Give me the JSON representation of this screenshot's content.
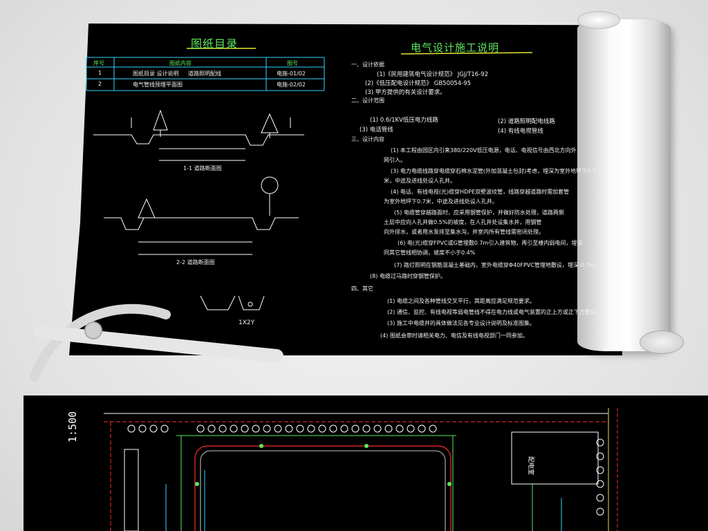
{
  "drawing_list": {
    "title": "图纸目录",
    "header": [
      "序号",
      "图纸内容",
      "图号"
    ],
    "rows": [
      {
        "no": "1",
        "content": "图纸目录  设计说明",
        "content2": "道路照明配线",
        "code": "电施-01/02"
      },
      {
        "no": "2",
        "content": "电气管线预埋平面图",
        "content2": "",
        "code": "电施-02/02"
      }
    ]
  },
  "sections": {
    "section_1": "1-1  道路断面图",
    "section_2": "2-2  道路断面图",
    "trench_label": "1X2Y"
  },
  "design_notes": {
    "title": "电气设计施工说明",
    "lines": [
      "一、设计依据",
      "(1)《民用建筑电气设计规范》 JGJ/T16-92",
      "(2)《低压配电设计规范》   GB50054-95",
      "(3) 甲方提供的有关设计要求。",
      "二、设计范围",
      "(1) 0.6/1KV低压电力线路",
      "(2) 道路照明配电线路",
      "(3) 电话管线",
      "(4) 有线电视管线",
      "三、设计内容",
      "(1) 本工程由园区内引来380/220V低压电源，电话、电视信号由西北方向外",
      "网引入。",
      "(3) 电力电缆线路穿电缆穿石棉水泥管(外加混凝土包封)考虑，埋深为室外地坪下0.7",
      "米，中途及进线处设人孔井。",
      "(4) 电话、有线电视(光)缆穿HDPE双壁波纹管，线路穿越道路时需加套管",
      "为室外地坪下0.7米，中途及进线处设人孔井。",
      "(5) 电缆管穿越路面时，应采用钢管保护，并做好防水处理，道路两侧",
      "土层中应向人孔井做0.5%的坡度，在人孔井处设集水井，用钢管",
      "向外排水，或者用水泵排至集水沟，并室内所有管线需密闭处理。",
      "(6) 电(光)缆穿FPVC或G管埋敷0.7m引入建筑物，再引至楼内弱电间，埋深",
      "同其它管线相协调，坡度不小于0.4%",
      "(7) 路灯照明在钢筋混凝土基础内，室外电缆穿Φ40FPVC管埋地敷设，埋深-0.7m。",
      "(8) 电缆过马路时穿钢管保护。",
      "四、其它",
      "(1) 电缆之间及各种管线交叉平行，其距离应满足规范要求。",
      "(2) 通信、监控、有线电视等弱电管线不得在电力线或电气装置的正上方或正下方敷设。",
      "(3) 施工中电缆井的具体做法见各专业设计说明及标准图集。",
      "(4) 图纸会审时请相关电力、电信及有线电视部门一同参加。"
    ]
  },
  "site_plan": {
    "scale": "1:500",
    "building_label": "配电室"
  },
  "colors": {
    "cad_green": "#5dea5d",
    "cad_cyan": "#33d6ff",
    "cad_red": "#ff2b2b",
    "cad_white": "#f1f1f1",
    "cad_yellow": "#e6e635"
  },
  "icons": [
    "protractor-icon",
    "tree-symbol-icon",
    "blueprint-roll-icon"
  ]
}
